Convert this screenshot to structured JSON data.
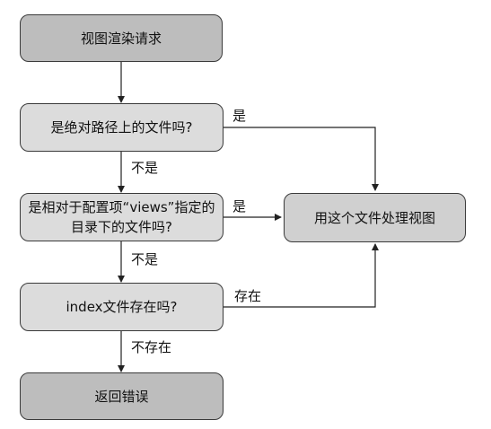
{
  "nodes": {
    "start": "视图渲染请求",
    "q1": "是绝对路径上的文件吗?",
    "q2": "是相对于配置项“views”指定的目录下的文件吗?",
    "q3": "index文件存在吗?",
    "use_file": "用这个文件处理视图",
    "error": "返回错误"
  },
  "edges": {
    "q1_yes": "是",
    "q1_no": "不是",
    "q2_yes": "是",
    "q2_no": "不是",
    "q3_yes": "存在",
    "q3_no": "不存在"
  }
}
